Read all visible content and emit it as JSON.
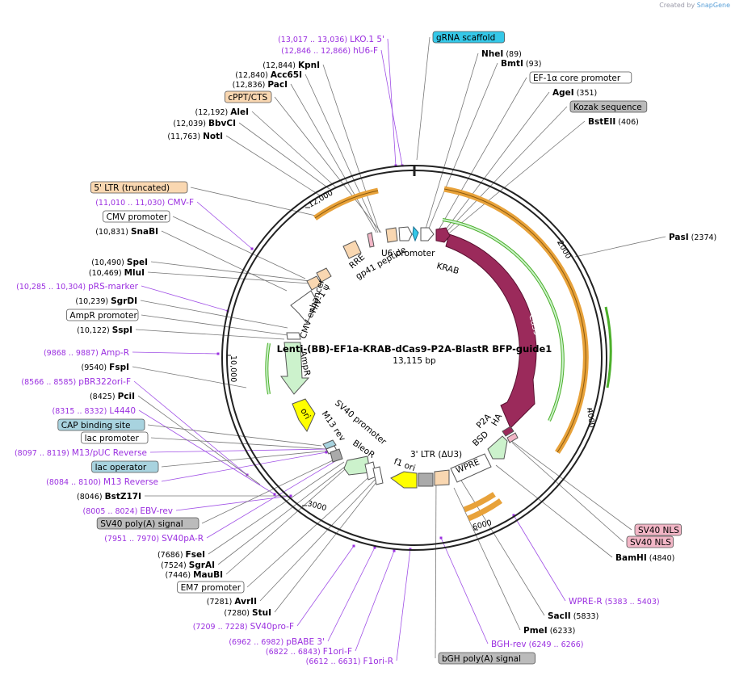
{
  "credit": {
    "prefix": "Created by",
    "brand": "SnapGene"
  },
  "plasmid": {
    "name": "Lenti-(BB)-EF1a-KRAB-dCas9-P2A-BlastR BFP-guide1",
    "size_label": "13,115 bp",
    "length": 13115
  },
  "ticks": [
    "2000",
    "4000",
    "6000",
    "3000",
    "10,000",
    "12,000"
  ],
  "colors": {
    "kras": "#9b2a5b",
    "cas9": "#9b2a5b",
    "resistance": "#ccf2cc",
    "ori": "#ffff00",
    "ltr": "#f9d7b1",
    "promoter": "#ffffff",
    "terminator": "#bbbbbb",
    "primer": "#9b30e0",
    "orange_arc": "#e8a23a",
    "green_arc": "#4caf2a",
    "feature_label_bg_blue": "#a8d3df",
    "feature_label_bg_cyan": "#35c8e8",
    "feature_label_bg_pink": "#f2b6c6"
  },
  "inner_labels": {
    "u6": "U6 promoter",
    "krab": "KRAB",
    "rre": "RRE",
    "gp41": "gp41 peptide",
    "cas9": "Cas9",
    "hiv": "HIV-1 ψ",
    "cmv_enh": "CMV enhancer",
    "ampr": "AmpR",
    "ori": "ori",
    "m13rev": "M13 rev",
    "sv40prom": "SV40 promoter",
    "bleor": "BleoR",
    "f1ori": "f1 ori",
    "ltr3": "3' LTR (ΔU3)",
    "wpre": "WPRE",
    "bsd": "BSD",
    "p2a": "P2A",
    "ha": "HA"
  },
  "labels": [
    {
      "num": "(13,017 .. 13,036)",
      "name": "LKO.1 5'",
      "kind": "primer"
    },
    {
      "num": "(12,846 .. 12,866)",
      "name": "hU6-F",
      "kind": "primer"
    },
    {
      "num": "(12,844)",
      "name": "KpnI",
      "kind": "enzyme"
    },
    {
      "num": "(12,840)",
      "name": "Acc65I",
      "kind": "enzyme"
    },
    {
      "num": "(12,836)",
      "name": "PacI",
      "kind": "enzyme"
    },
    {
      "num": "",
      "name": "cPPT/CTS",
      "kind": "box-orange"
    },
    {
      "num": "(12,192)",
      "name": "AleI",
      "kind": "enzyme"
    },
    {
      "num": "(12,039)",
      "name": "BbvCI",
      "kind": "enzyme"
    },
    {
      "num": "(11,763)",
      "name": "NotI",
      "kind": "enzyme"
    },
    {
      "num": "",
      "name": "5' LTR (truncated)",
      "kind": "box-orange"
    },
    {
      "num": "(11,010 .. 11,030)",
      "name": "CMV-F",
      "kind": "primer"
    },
    {
      "num": "",
      "name": "CMV promoter",
      "kind": "box-white"
    },
    {
      "num": "(10,831)",
      "name": "SnaBI",
      "kind": "enzyme"
    },
    {
      "num": "(10,490)",
      "name": "SpeI",
      "kind": "enzyme"
    },
    {
      "num": "(10,469)",
      "name": "MluI",
      "kind": "enzyme"
    },
    {
      "num": "(10,285 .. 10,304)",
      "name": "pRS-marker",
      "kind": "primer"
    },
    {
      "num": "(10,239)",
      "name": "SgrDI",
      "kind": "enzyme"
    },
    {
      "num": "",
      "name": "AmpR promoter",
      "kind": "box-white"
    },
    {
      "num": "(10,122)",
      "name": "SspI",
      "kind": "enzyme"
    },
    {
      "num": "(9868 .. 9887)",
      "name": "Amp-R",
      "kind": "primer"
    },
    {
      "num": "(9540)",
      "name": "FspI",
      "kind": "enzyme"
    },
    {
      "num": "(8566 .. 8585)",
      "name": "pBR322ori-F",
      "kind": "primer"
    },
    {
      "num": "(8425)",
      "name": "PciI",
      "kind": "enzyme"
    },
    {
      "num": "(8315 .. 8332)",
      "name": "L4440",
      "kind": "primer"
    },
    {
      "num": "",
      "name": "CAP binding site",
      "kind": "box-blue"
    },
    {
      "num": "",
      "name": "lac promoter",
      "kind": "box-white"
    },
    {
      "num": "(8097 .. 8119)",
      "name": "M13/pUC Reverse",
      "kind": "primer"
    },
    {
      "num": "",
      "name": "lac operator",
      "kind": "box-blue"
    },
    {
      "num": "(8084 .. 8100)",
      "name": "M13 Reverse",
      "kind": "primer"
    },
    {
      "num": "(8046)",
      "name": "BstZ17I",
      "kind": "enzyme"
    },
    {
      "num": "(8005 .. 8024)",
      "name": "EBV-rev",
      "kind": "primer"
    },
    {
      "num": "",
      "name": "SV40 poly(A) signal",
      "kind": "box-gray"
    },
    {
      "num": "(7951 .. 7970)",
      "name": "SV40pA-R",
      "kind": "primer"
    },
    {
      "num": "(7686)",
      "name": "FseI",
      "kind": "enzyme"
    },
    {
      "num": "(7524)",
      "name": "SgrAI",
      "kind": "enzyme"
    },
    {
      "num": "(7446)",
      "name": "MauBI",
      "kind": "enzyme"
    },
    {
      "num": "",
      "name": "EM7 promoter",
      "kind": "box-white"
    },
    {
      "num": "(7281)",
      "name": "AvrII",
      "kind": "enzyme"
    },
    {
      "num": "(7280)",
      "name": "StuI",
      "kind": "enzyme"
    },
    {
      "num": "(7209 .. 7228)",
      "name": "SV40pro-F",
      "kind": "primer"
    },
    {
      "num": "(6962 .. 6982)",
      "name": "pBABE 3'",
      "kind": "primer"
    },
    {
      "num": "(6822 .. 6843)",
      "name": "F1ori-F",
      "kind": "primer"
    },
    {
      "num": "(6612 .. 6631)",
      "name": "F1ori-R",
      "kind": "primer"
    },
    {
      "num": "",
      "name": "gRNA scaffold",
      "kind": "box-cyan"
    },
    {
      "num": "(89)",
      "name": "NheI",
      "kind": "enzyme"
    },
    {
      "num": "(93)",
      "name": "BmtI",
      "kind": "enzyme"
    },
    {
      "num": "",
      "name": "EF-1α core promoter",
      "kind": "box-white"
    },
    {
      "num": "(351)",
      "name": "AgeI",
      "kind": "enzyme"
    },
    {
      "num": "",
      "name": "Kozak sequence",
      "kind": "box-gray"
    },
    {
      "num": "(406)",
      "name": "BstEII",
      "kind": "enzyme"
    },
    {
      "num": "(2374)",
      "name": "PasI",
      "kind": "enzyme"
    },
    {
      "num": "",
      "name": "SV40 NLS",
      "kind": "box-pink"
    },
    {
      "num": "",
      "name": "SV40 NLS",
      "kind": "box-pink"
    },
    {
      "num": "(4840)",
      "name": "BamHI",
      "kind": "enzyme"
    },
    {
      "num": "(5383 .. 5403)",
      "name": "WPRE-R",
      "kind": "primer"
    },
    {
      "num": "(5833)",
      "name": "SacII",
      "kind": "enzyme"
    },
    {
      "num": "(6233)",
      "name": "PmeI",
      "kind": "enzyme"
    },
    {
      "num": "(6249 .. 6266)",
      "name": "BGH-rev",
      "kind": "primer"
    },
    {
      "num": "",
      "name": "bGH poly(A) signal",
      "kind": "box-gray"
    }
  ]
}
